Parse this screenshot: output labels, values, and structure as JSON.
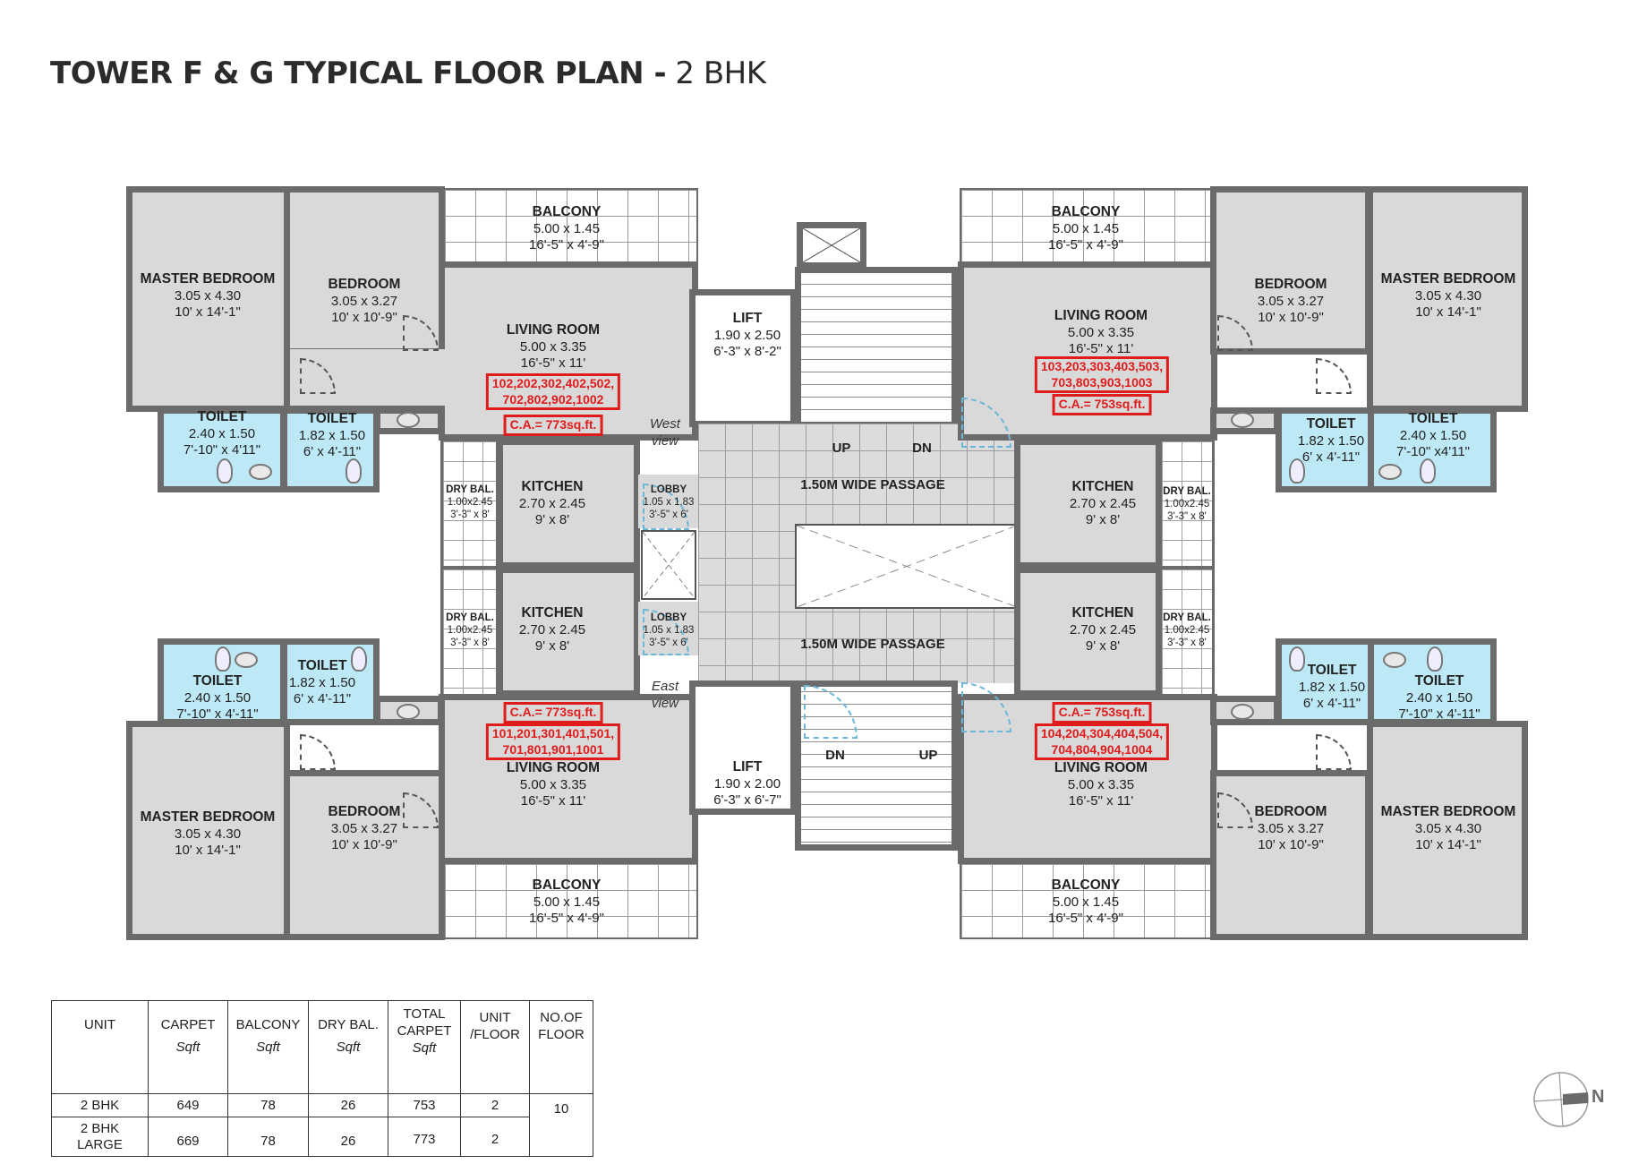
{
  "header": {
    "title_bold": "TOWER F & G TYPICAL FLOOR PLAN -",
    "title_light": "2 BHK"
  },
  "colors": {
    "wall": "#6b6b6b",
    "room_fill": "#d9d9d9",
    "wet_area_fill": "#bde9f7",
    "highlight_red": "#e01b1b",
    "door_swing_blue": "#6ab7d8"
  },
  "rooms": {
    "master_bedroom": {
      "name": "MASTER BEDROOM",
      "metric": "3.05 x 4.30",
      "imperial": "10' x 14'-1\""
    },
    "bedroom": {
      "name": "BEDROOM",
      "metric": "3.05 x 3.27",
      "imperial": "10' x 10'-9\""
    },
    "balcony": {
      "name": "BALCONY",
      "metric": "5.00 x 1.45",
      "imperial": "16'-5\" x 4'-9\""
    },
    "living_room_a": {
      "name": "LIVING ROOM",
      "metric": "5.00 x 3.35",
      "imperial": "16'-5\" x 11'"
    },
    "living_room_b": {
      "name": "LIVING ROOM",
      "metric": "5.00 x 3.35",
      "imperial": "16'-5\" x 11'"
    },
    "toilet_large": {
      "name": "TOILET",
      "metric": "2.40 x 1.50",
      "imperial": "7'-10\" x 4'11\""
    },
    "toilet_large_b": {
      "name": "TOILET",
      "metric": "2.40 x 1.50",
      "imperial": "7'-10\" x 4'-11\""
    },
    "toilet_large_c": {
      "name": "TOILET",
      "metric": "2.40 x 1.50",
      "imperial": "7'-10\" x4'11\""
    },
    "toilet_small": {
      "name": "TOILET",
      "metric": "1.82 x 1.50",
      "imperial": "6' x 4'-11\""
    },
    "kitchen": {
      "name": "KITCHEN",
      "metric": "2.70 x 2.45",
      "imperial": "9' x 8'"
    },
    "dry_balcony": {
      "name": "DRY BAL.",
      "metric": "1.00x2.45",
      "imperial": "3'-3\" x 8'"
    },
    "lobby": {
      "name": "LOBBY",
      "metric": "1.05 x 1.83",
      "imperial": "3'-5\" x 6'"
    },
    "lift_top": {
      "name": "LIFT",
      "metric": "1.90 x 2.50",
      "imperial": "6'-3\" x 8'-2\""
    },
    "lift_bottom": {
      "name": "LIFT",
      "metric": "1.90 x 2.00",
      "imperial": "6'-3\" x 6'-7\""
    },
    "passage": {
      "name": "1.50M WIDE PASSAGE"
    }
  },
  "stairs": {
    "top": {
      "up": "UP",
      "dn": "DN"
    },
    "bottom": {
      "up": "UP",
      "dn": "DN"
    }
  },
  "views": {
    "west": {
      "line1": "West",
      "line2": "view"
    },
    "east": {
      "line1": "East",
      "line2": "view"
    }
  },
  "units": {
    "top_left": {
      "flats_line1": "102,202,302,402,502,",
      "flats_line2": "702,802,902,1002",
      "carpet_area": "C.A.= 773sq.ft."
    },
    "top_right": {
      "flats_line1": "103,203,303,403,503,",
      "flats_line2": "703,803,903,1003",
      "carpet_area": "C.A.= 753sq.ft."
    },
    "bottom_left": {
      "flats_line1": "101,201,301,401,501,",
      "flats_line2": "701,801,901,1001",
      "carpet_area": "C.A.= 773sq.ft."
    },
    "bottom_right": {
      "flats_line1": "104,204,304,404,504,",
      "flats_line2": "704,804,904,1004",
      "carpet_area": "C.A.= 753sq.ft."
    }
  },
  "area_table": {
    "headers": [
      {
        "label": "UNIT",
        "unit": ""
      },
      {
        "label": "CARPET",
        "unit": "Sqft"
      },
      {
        "label": "BALCONY",
        "unit": "Sqft"
      },
      {
        "label": "DRY BAL.",
        "unit": "Sqft"
      },
      {
        "label": "TOTAL\nCARPET",
        "unit": "Sqft"
      },
      {
        "label": "UNIT\n/FLOOR",
        "unit": ""
      },
      {
        "label": "NO.OF\nFLOOR",
        "unit": ""
      }
    ],
    "rows": [
      {
        "unit": "2 BHK",
        "carpet": "649",
        "balcony": "78",
        "dry_bal": "26",
        "total_carpet": "753",
        "unit_per_floor": "2"
      },
      {
        "unit": "2 BHK\nLARGE",
        "carpet": "669",
        "balcony": "78",
        "dry_bal": "26",
        "total_carpet": "773",
        "unit_per_floor": "2"
      }
    ],
    "no_of_floor": "10"
  },
  "compass": {
    "label": "N"
  }
}
